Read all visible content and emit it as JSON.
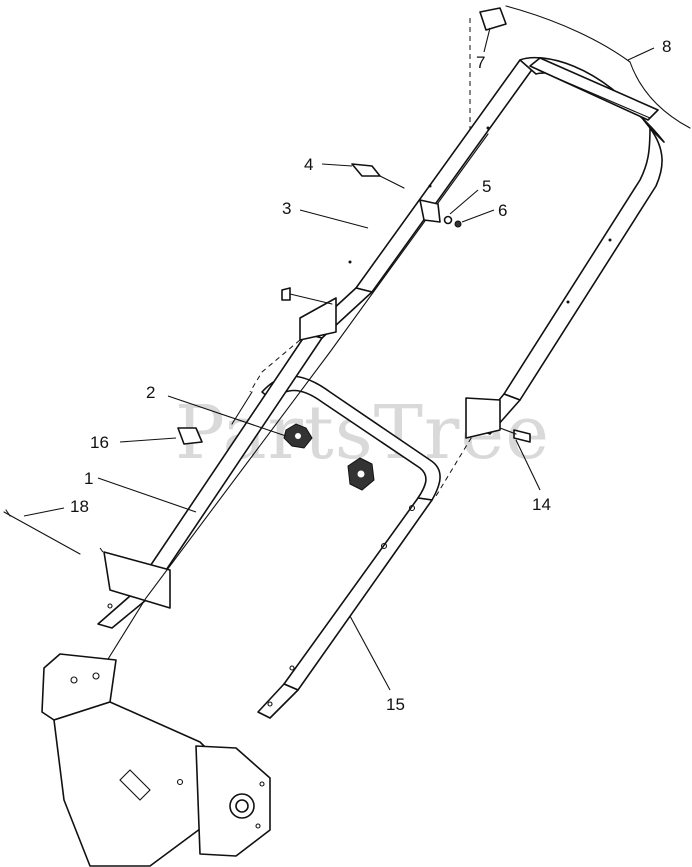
{
  "watermark": {
    "text": "PartsTree",
    "mark": "™"
  },
  "callouts": [
    {
      "id": "c1",
      "label": "1"
    },
    {
      "id": "c2",
      "label": "2"
    },
    {
      "id": "c3",
      "label": "3"
    },
    {
      "id": "c4",
      "label": "4"
    },
    {
      "id": "c5",
      "label": "5"
    },
    {
      "id": "c6",
      "label": "6"
    },
    {
      "id": "c7",
      "label": "7"
    },
    {
      "id": "c8",
      "label": "8"
    },
    {
      "id": "c14",
      "label": "14"
    },
    {
      "id": "c15",
      "label": "15"
    },
    {
      "id": "c16",
      "label": "16"
    },
    {
      "id": "c18",
      "label": "18"
    }
  ]
}
